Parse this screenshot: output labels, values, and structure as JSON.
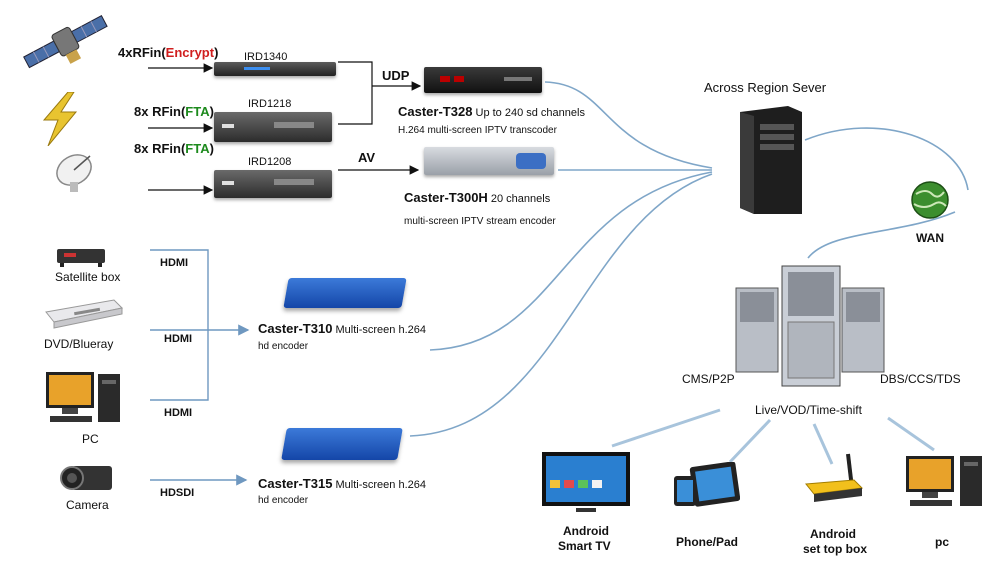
{
  "sources": {
    "rf1": {
      "prefix": "4xRFin(",
      "tag": "Encrypt",
      "suffix": ")"
    },
    "rf2": {
      "prefix": "8x RFin(",
      "tag": "FTA",
      "suffix": ")"
    },
    "rf3": {
      "prefix": "8x RFin(",
      "tag": "FTA",
      "suffix": ")"
    }
  },
  "ird": {
    "ird1": "IRD1340",
    "ird2": "IRD1218",
    "ird3": "IRD1208"
  },
  "links": {
    "udp": "UDP",
    "av": "AV",
    "hdmi1": "HDMI",
    "hdmi2": "HDMI",
    "hdmi3": "HDMI",
    "hdsdi": "HDSDI"
  },
  "encoders": {
    "t328": {
      "name": "Caster-T328",
      "desc1": " Up to 240 sd channels",
      "desc2": "H.264 multi-screen IPTV transcoder"
    },
    "t300h": {
      "name": "Caster-T300H",
      "desc1": " 20 channels",
      "desc2": "multi-screen IPTV stream encoder"
    },
    "t310": {
      "name": "Caster-T310",
      "desc1": " Multi-screen h.264",
      "desc2": "hd encoder"
    },
    "t315": {
      "name": "Caster-T315",
      "desc1": " Multi-screen h.264",
      "desc2": "hd encoder"
    }
  },
  "inputs": {
    "satellite_box": "Satellite box",
    "dvd": "DVD/Blueray",
    "pc": "PC",
    "camera": "Camera"
  },
  "servers": {
    "across_region": "Across Region Sever",
    "wan": "WAN",
    "cms": "CMS/P2P",
    "dbs": "DBS/CCS/TDS",
    "live": "Live/VOD/Time-shift"
  },
  "clients": {
    "tv": {
      "line1": "Android",
      "line2": "Smart TV"
    },
    "phone": "Phone/Pad",
    "stb": {
      "line1": "Android",
      "line2": "set top box"
    },
    "pc": "pc"
  }
}
